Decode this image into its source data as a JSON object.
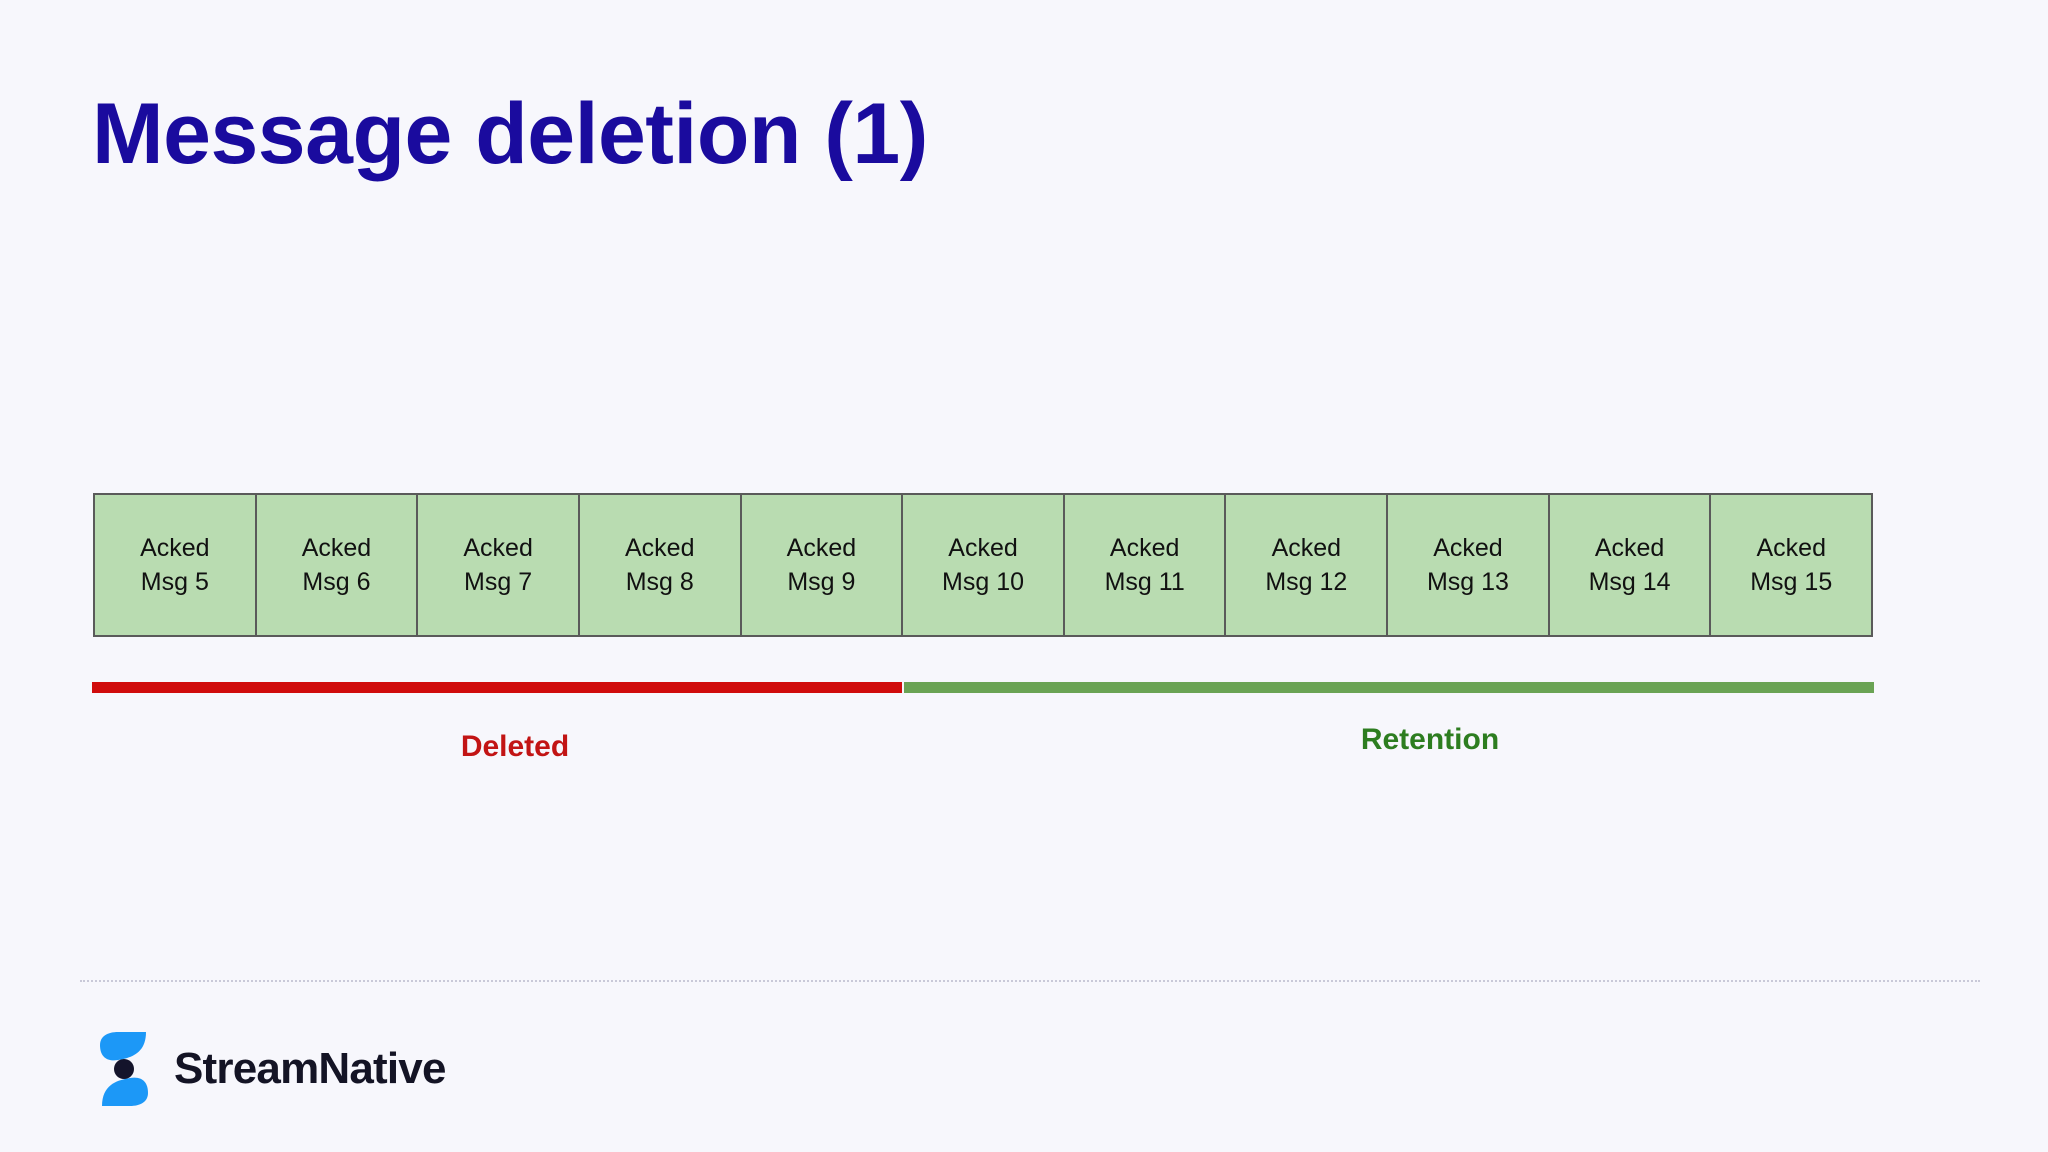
{
  "slide": {
    "title": "Message deletion (1)",
    "title_color": "#1a0b9e",
    "background_color": "#f7f7fc"
  },
  "diagram": {
    "box_fill_color": "#b9dcb1",
    "box_border_color": "#5a5a5a",
    "boxes": [
      {
        "status": "Acked",
        "message": "Msg 5"
      },
      {
        "status": "Acked",
        "message": "Msg 6"
      },
      {
        "status": "Acked",
        "message": "Msg 7"
      },
      {
        "status": "Acked",
        "message": "Msg 8"
      },
      {
        "status": "Acked",
        "message": "Msg 9"
      },
      {
        "status": "Acked",
        "message": "Msg 10"
      },
      {
        "status": "Acked",
        "message": "Msg 11"
      },
      {
        "status": "Acked",
        "message": "Msg 12"
      },
      {
        "status": "Acked",
        "message": "Msg 13"
      },
      {
        "status": "Acked",
        "message": "Msg 14"
      },
      {
        "status": "Acked",
        "message": "Msg 15"
      }
    ],
    "segments": [
      {
        "label": "Deleted",
        "color": "#c21414",
        "bar_color": "#d00c0c"
      },
      {
        "label": "Retention",
        "color": "#2d7d20",
        "bar_color": "#6aa354"
      }
    ]
  },
  "footer": {
    "brand_name": "StreamNative",
    "brand_mark_color": "#1c98f7",
    "brand_mark_dot_color": "#14142b",
    "brand_text_color": "#141425"
  }
}
